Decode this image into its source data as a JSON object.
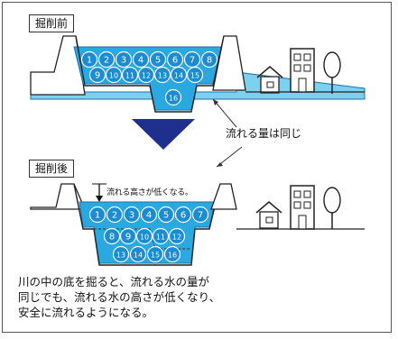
{
  "before": {
    "label": "掘削前",
    "cells_top": [
      "1",
      "2",
      "3",
      "4",
      "5",
      "6",
      "7",
      "8"
    ],
    "cells_bottom": [
      "9",
      "10",
      "11",
      "12",
      "13",
      "14",
      "15"
    ],
    "cell_extra": [
      "16"
    ]
  },
  "after": {
    "label": "掘削後",
    "lowered_note": "流れる高さが低くなる。",
    "cells_top": [
      "1",
      "2",
      "3",
      "4",
      "5",
      "6",
      "7"
    ],
    "cells_mid": [
      "8",
      "9",
      "10",
      "11",
      "12"
    ],
    "cells_bottom": [
      "13",
      "14",
      "15",
      "16"
    ]
  },
  "same_volume_note": "流れる量は同じ",
  "caption_lines": [
    "川の中の底を掘ると、流れる水の量が",
    "同じでも、流れる水の高さが低くなり、",
    "安全に流れるようになる。"
  ],
  "colors": {
    "water": "#7cd0f0",
    "water_dark": "#2aa8e0",
    "cell": "#1b8bd2",
    "arrow": "#1e2f8e",
    "bank": "#ffffff"
  }
}
